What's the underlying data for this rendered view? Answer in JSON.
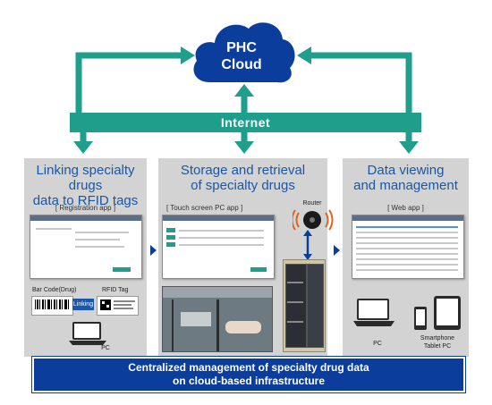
{
  "cloud": {
    "line1": "PHC",
    "line2": "Cloud"
  },
  "internet": {
    "label": "Internet"
  },
  "panels": [
    {
      "title_line1": "Linking specialty drugs",
      "title_line2": "data to RFID tags",
      "app": "[ Registration app ]"
    },
    {
      "title_line1": "Storage and retrieval",
      "title_line2": "of specialty drugs",
      "app": "[ Touch screen PC app ]"
    },
    {
      "title_line1": "Data viewing",
      "title_line2": "and management",
      "app": "[ Web app ]"
    }
  ],
  "labels": {
    "barcode": "Bar Code(Drug)",
    "rfid": "RFID Tag",
    "linking": "Linking",
    "pc_left": "PC",
    "router": "Router",
    "pc_right": "PC",
    "smartphone": "Smartphone",
    "tablet": "Tablet PC"
  },
  "footer": {
    "line1": "Centralized management of specialty drug data",
    "line2": "on cloud-based infrastructure"
  },
  "colors": {
    "teal": "#1f9e8c",
    "navy": "#0b3e9c",
    "title_blue": "#1a57a8",
    "panel_gray": "#d3d3d3"
  }
}
